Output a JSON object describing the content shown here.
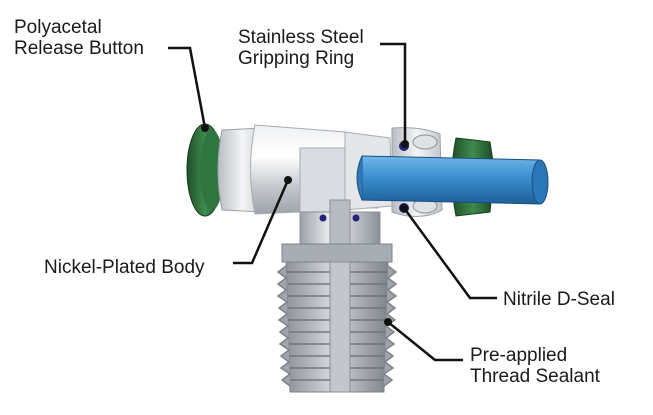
{
  "diagram": {
    "callouts": {
      "release_button": {
        "line1": "Polyacetal",
        "line2": "Release Button"
      },
      "gripping_ring": {
        "line1": "Stainless Steel",
        "line2": "Gripping Ring"
      },
      "body": {
        "line1": "Nickel-Plated Body"
      },
      "d_seal": {
        "line1": "Nitrile D-Seal"
      },
      "thread_sealant": {
        "line1": "Pre-applied",
        "line2": "Thread Sealant"
      }
    },
    "colors": {
      "release_button": "#2c6b3a",
      "body_metal": "#c9ccd1",
      "tube": "#3a8fd0",
      "seal": "#25237a",
      "leader_line": "#111111"
    }
  }
}
